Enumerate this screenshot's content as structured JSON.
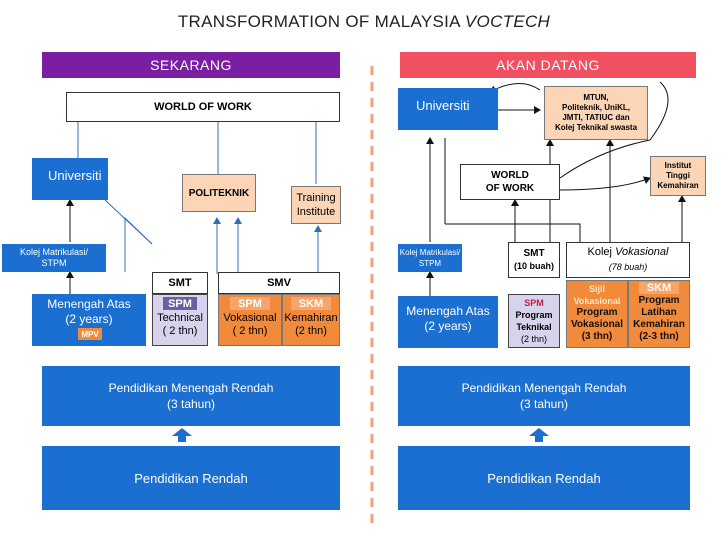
{
  "title_main": "TRANSFORMATION OF MALAYSIA",
  "title_italic": "VOCTECH",
  "colors": {
    "purple": "#7a1fa2",
    "red": "#f05060",
    "blue": "#1a6fd1",
    "peach": "#fbd5b5",
    "orange": "#f28a3b",
    "lavender": "#d8d3ec",
    "divider": "#f0a080"
  },
  "left": {
    "banner": "SEKARANG",
    "world_of_work": "WORLD OF WORK",
    "universiti": "Universiti",
    "politeknik": "POLITEKNIK",
    "training_1": "Training",
    "training_2": "Institute",
    "kolej_1": "Kolej Matrikulasi/",
    "kolej_2": "STPM",
    "smt": "SMT",
    "smv": "SMV",
    "menengah_1": "Menengah Atas",
    "menengah_2": "(2 years)",
    "mpv": "MPV",
    "spm_a": "SPM",
    "technical_1": "Technical",
    "technical_2": "( 2 thn)",
    "spm_b": "SPM",
    "vokasional_1": "Vokasional",
    "vokasional_2": "( 2 thn)",
    "skm": "SKM",
    "kemahiran_1": "Kemahiran",
    "kemahiran_2": "(2 thn)",
    "rendah_menengah_1": "Pendidikan Menengah Rendah",
    "rendah_menengah_2": "(3 tahun)",
    "rendah": "Pendidikan Rendah"
  },
  "right": {
    "banner": "AKAN DATANG",
    "universiti": "Universiti",
    "mtun_1": "MTUN,",
    "mtun_2": "Politeknik, UniKL,",
    "mtun_3": "JMTI, TATIUC dan",
    "mtun_4": "Kolej Teknikal swasta",
    "institut_1": "Institut",
    "institut_2": "Tinggi",
    "institut_3": "Kemahiran",
    "wow_1": "WORLD",
    "wow_2": "OF WORK",
    "kolej_1": "Kolej Matrikulasi/",
    "kolej_2": "STPM",
    "smt_1": "SMT",
    "smt_2": "(10 buah)",
    "kv_1": "Kolej",
    "kv_2": "Vokasional",
    "kv_3": "(78 buah)",
    "menengah_1": "Menengah Atas",
    "menengah_2": "(2 years)",
    "spm": "SPM",
    "pt_1": "Program",
    "pt_2": "Teknikal",
    "pt_3": "(2 thn)",
    "sijil_1": "Sijil",
    "sijil_2": "Vokasional",
    "pv_1": "Program",
    "pv_2": "Vokasional",
    "pv_3": "(3 thn)",
    "skm": "SKM",
    "pl_1": "Program",
    "pl_2": "Latihan",
    "pl_3": "Kemahiran",
    "pl_4": "(2-3 thn)",
    "rendah_menengah_1": "Pendidikan Menengah Rendah",
    "rendah_menengah_2": "(3 tahun)",
    "rendah": "Pendidikan Rendah"
  }
}
